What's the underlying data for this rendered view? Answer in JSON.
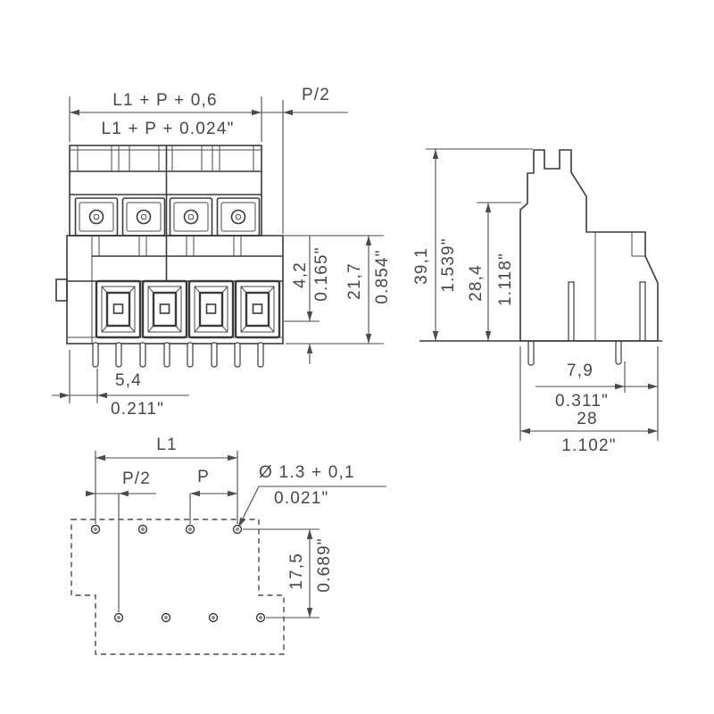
{
  "drawing_title": "terminal-block-dimensional-drawing",
  "colors": {
    "background": "#ffffff",
    "geometry_line": "#3a3a3a",
    "dimension_line": "#4b4b4b",
    "text": "#474747"
  },
  "front_view": {
    "dims": {
      "width_mm": "L1 + P + 0,6",
      "width_inch": "L1 + P + 0.024\"",
      "half_pitch": "P/2",
      "collar_mm": "4,2",
      "collar_inch": "0.165\"",
      "height_mm": "21,7",
      "height_inch": "0.854\"",
      "pin_offset_mm": "5,4",
      "pin_offset_inch": "0.211\""
    }
  },
  "side_view": {
    "dims": {
      "total_height_mm": "39,1",
      "total_height_inch": "1.539\"",
      "body_height_mm": "28,4",
      "body_height_inch": "1.118\"",
      "pin_to_edge_mm": "7,9",
      "pin_to_edge_inch": "0.311\"",
      "depth_mm": "28",
      "depth_inch": "1.102\""
    }
  },
  "drill_plan": {
    "dims": {
      "l1": "L1",
      "half_pitch": "P/2",
      "pitch": "P",
      "hole_dia_mm": "Ø 1.3 + 0,1",
      "hole_dia_inch": "0.021\"",
      "row_spacing_mm": "17,5",
      "row_spacing_inch": "0.689\""
    }
  }
}
